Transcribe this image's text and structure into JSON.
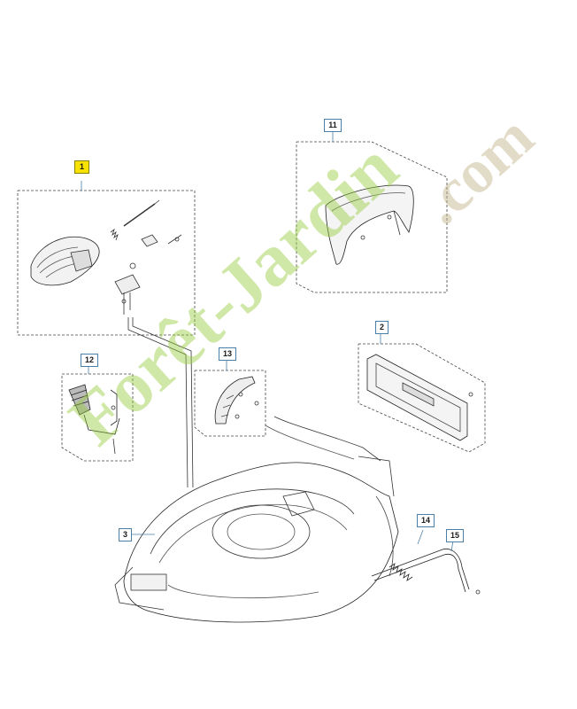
{
  "callouts": {
    "c1": "1",
    "c2": "2",
    "c3": "3",
    "c11": "11",
    "c12": "12",
    "c13": "13",
    "c14": "14",
    "c15": "15"
  },
  "watermark": {
    "main": "Forêt-Jardin",
    "suffix": ".com"
  },
  "colors": {
    "highlight": "#f7e200",
    "callout_border": "#4a7fa8",
    "line": "#333333",
    "watermark_green": "#96cd3c",
    "watermark_tan": "#beaf82"
  }
}
